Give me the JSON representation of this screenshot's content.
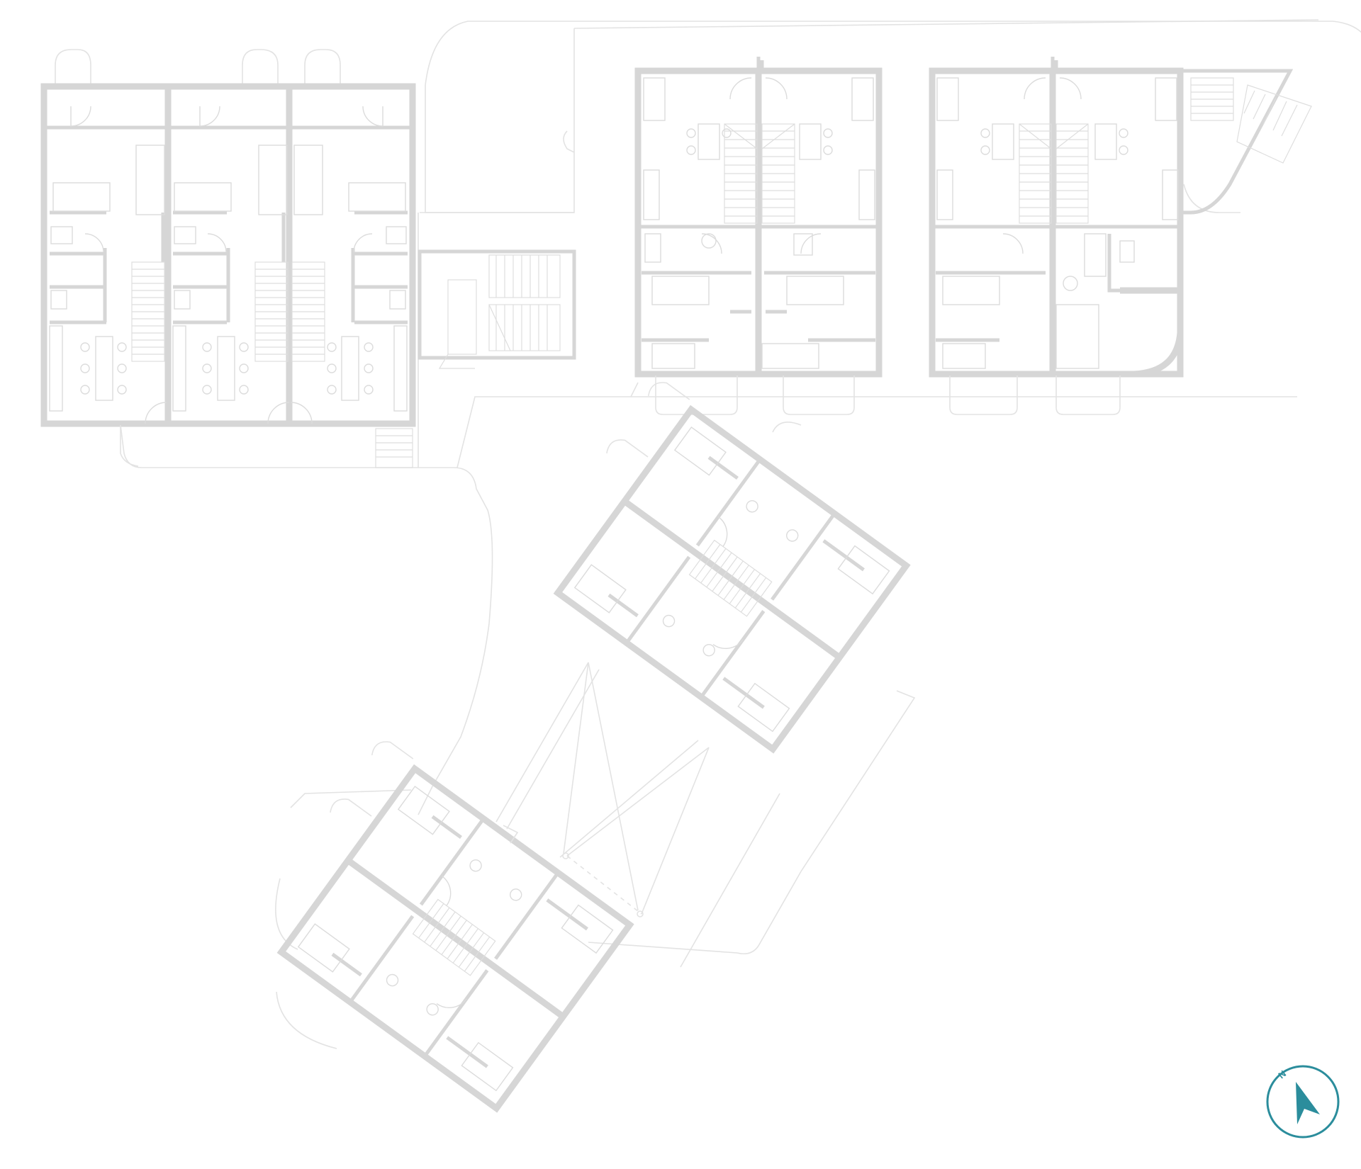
{
  "drawing": {
    "type": "architectural floor plan",
    "buildings": [
      {
        "name": "west-block",
        "units": 3
      },
      {
        "name": "north-east-block-a",
        "units": 2
      },
      {
        "name": "north-east-block-b",
        "units": 2
      },
      {
        "name": "diagonal-block-upper",
        "units": 2
      },
      {
        "name": "diagonal-block-lower",
        "units": 2
      }
    ]
  },
  "compass": {
    "north_label": "N",
    "color": "#2b8d9c"
  },
  "colors": {
    "walls": "#d6d6d6",
    "fixtures": "#dcdcdc",
    "background": "#ffffff"
  }
}
